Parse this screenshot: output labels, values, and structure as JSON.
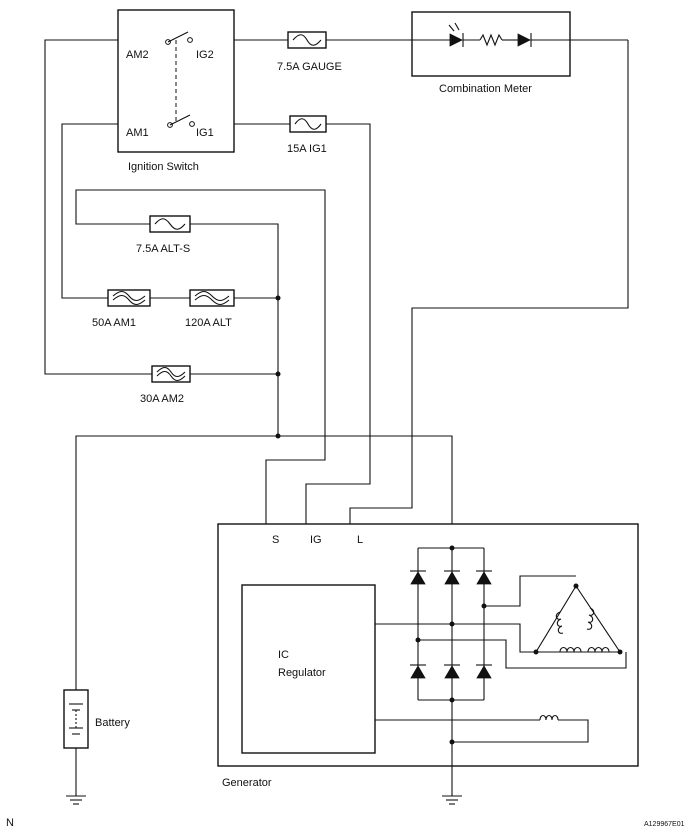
{
  "ignition_switch": {
    "label": "Ignition Switch",
    "terminals": {
      "am2": "AM2",
      "ig2": "IG2",
      "am1": "AM1",
      "ig1": "IG1"
    }
  },
  "fuses": {
    "gauge": "7.5A GAUGE",
    "ig1": "15A IG1",
    "alt_s": "7.5A ALT-S",
    "am1": "50A AM1",
    "alt": "120A ALT",
    "am2": "30A AM2"
  },
  "combination_meter": {
    "label": "Combination Meter"
  },
  "generator": {
    "label": "Generator",
    "terminals": {
      "s": "S",
      "ig": "IG",
      "l": "L"
    },
    "ic_regulator": {
      "line1": "IC",
      "line2": "Regulator"
    }
  },
  "battery": {
    "label": "Battery"
  },
  "corner_left": "N",
  "figure_code": "A129967E01"
}
